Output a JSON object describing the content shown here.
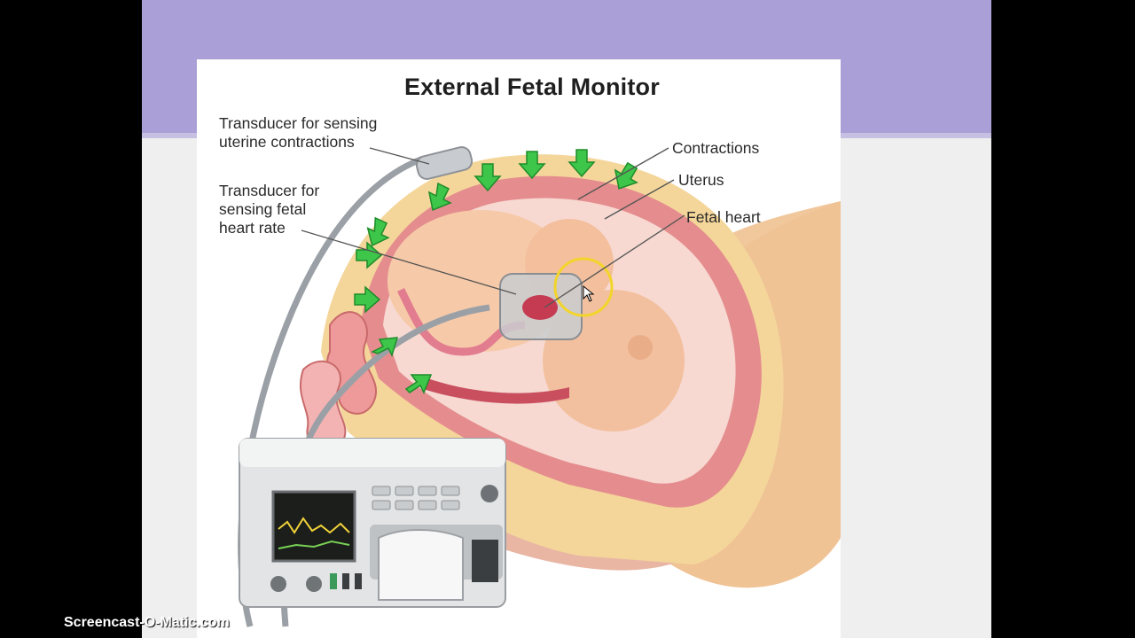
{
  "figure": {
    "title": "External Fetal Monitor",
    "labels": {
      "transducer_contractions": "Transducer for sensing\nuterine contractions",
      "transducer_heart": "Transducer for\nsensing fetal\nheart rate",
      "contractions": "Contractions",
      "uterus": "Uterus",
      "fetal_heart": "Fetal heart"
    }
  },
  "watermark": "Screencast-O-Matic.com",
  "colors": {
    "slide_band": "#aa9fd6",
    "arrow": "#3ec64a",
    "uterus_wall": "#e58d8e",
    "highlight_circle": "#f3d42a"
  },
  "icons": [
    "pointer-cursor-icon"
  ]
}
